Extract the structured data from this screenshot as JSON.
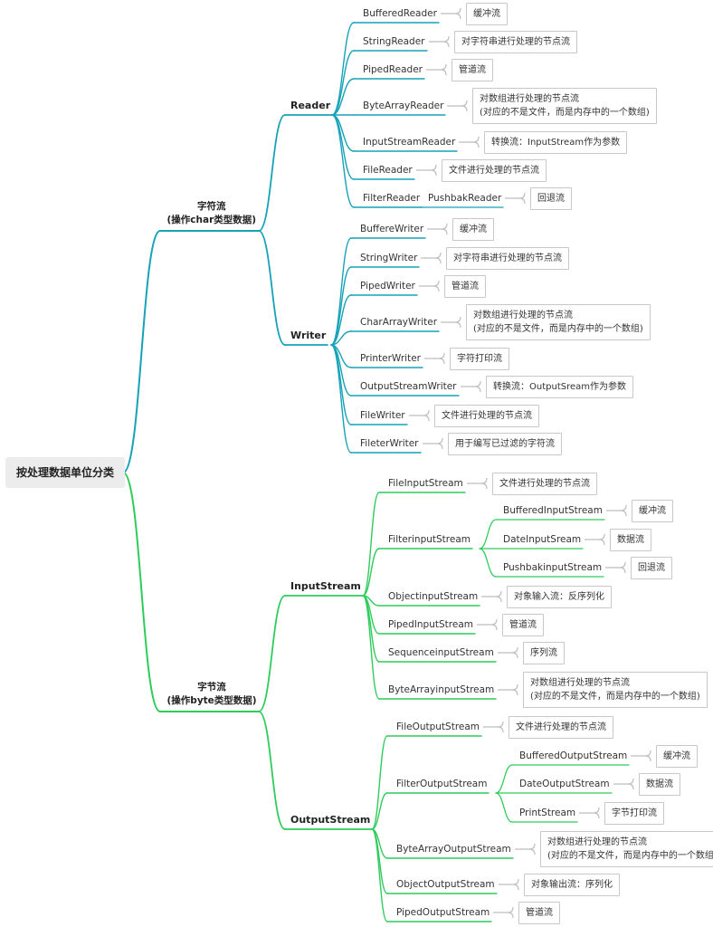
{
  "root": {
    "label": "按处理数据单位分类"
  },
  "colors": {
    "char_branch": "#17a2b8",
    "byte_branch": "#2ecc5b",
    "note_connector": "#bdbdbd"
  },
  "categories": [
    {
      "id": "char",
      "label_line1": "字符流",
      "label_line2": "(操作char类型数据)",
      "groups": [
        {
          "id": "reader",
          "label": "Reader",
          "items": [
            {
              "label": "BufferedReader",
              "note": [
                "缓冲流"
              ]
            },
            {
              "label": "StringReader",
              "note": [
                "对字符串进行处理的节点流"
              ]
            },
            {
              "label": "PipedReader",
              "note": [
                "管道流"
              ]
            },
            {
              "label": "ByteArrayReader",
              "note": [
                "对数组进行处理的节点流",
                "(对应的不是文件，而是内存中的一个数组)"
              ]
            },
            {
              "label": "InputStreamReader",
              "note": [
                "转换流：InputStream作为参数"
              ]
            },
            {
              "label": "FileReader",
              "note": [
                "文件进行处理的节点流"
              ]
            },
            {
              "label": "FilterReader",
              "children": [
                {
                  "label": "PushbakReader",
                  "note": [
                    "回退流"
                  ]
                }
              ]
            }
          ]
        },
        {
          "id": "writer",
          "label": "Writer",
          "items": [
            {
              "label": "BuffereWriter",
              "note": [
                "缓冲流"
              ]
            },
            {
              "label": "StringWriter",
              "note": [
                "对字符串进行处理的节点流"
              ]
            },
            {
              "label": "PipedWriter",
              "note": [
                "管道流"
              ]
            },
            {
              "label": "CharArrayWriter",
              "note": [
                "对数组进行处理的节点流",
                "(对应的不是文件，而是内存中的一个数组)"
              ]
            },
            {
              "label": "PrinterWriter",
              "note": [
                "字符打印流"
              ]
            },
            {
              "label": "OutputStreamWriter",
              "note": [
                "转换流：OutputSream作为参数"
              ]
            },
            {
              "label": "FileWriter",
              "note": [
                "文件进行处理的节点流"
              ]
            },
            {
              "label": "FileterWriter",
              "note": [
                "用于编写已过滤的字符流"
              ]
            }
          ]
        }
      ]
    },
    {
      "id": "byte",
      "label_line1": "字节流",
      "label_line2": "(操作byte类型数据)",
      "groups": [
        {
          "id": "inputstream",
          "label": "InputStream",
          "items": [
            {
              "label": "FileInputStream",
              "note": [
                "文件进行处理的节点流"
              ]
            },
            {
              "label": "FilterinputStream",
              "children": [
                {
                  "label": "BufferedInputStream",
                  "note": [
                    "缓冲流"
                  ]
                },
                {
                  "label": "DateInputSream",
                  "note": [
                    "数据流"
                  ]
                },
                {
                  "label": "PushbakinputStream",
                  "note": [
                    "回退流"
                  ]
                }
              ]
            },
            {
              "label": "ObjectinputStream",
              "note": [
                "对象输入流：反序列化"
              ]
            },
            {
              "label": "PipedInputStream",
              "note": [
                "管道流"
              ]
            },
            {
              "label": "SequenceinputStream",
              "note": [
                "序列流"
              ]
            },
            {
              "label": "ByteArrayinputStream",
              "note": [
                "对数组进行处理的节点流",
                "(对应的不是文件，而是内存中的一个数组)"
              ]
            }
          ]
        },
        {
          "id": "outputstream",
          "label": "OutputStream",
          "items": [
            {
              "label": "FileOutputStream",
              "note": [
                "文件进行处理的节点流"
              ]
            },
            {
              "label": "FilterOutputStream",
              "children": [
                {
                  "label": "BufferedOutputStream",
                  "note": [
                    "缓冲流"
                  ]
                },
                {
                  "label": "DateOutputStream",
                  "note": [
                    "数据流"
                  ]
                },
                {
                  "label": "PrintStream",
                  "note": [
                    "字节打印流"
                  ]
                }
              ]
            },
            {
              "label": "ByteArrayOutputStream",
              "note": [
                "对数组进行处理的节点流",
                "(对应的不是文件，而是内存中的一个数组)"
              ]
            },
            {
              "label": "ObjectOutputStream",
              "note": [
                "对象输出流：序列化"
              ]
            },
            {
              "label": "PipedOutputStream",
              "note": [
                "管道流"
              ]
            }
          ]
        }
      ]
    }
  ]
}
